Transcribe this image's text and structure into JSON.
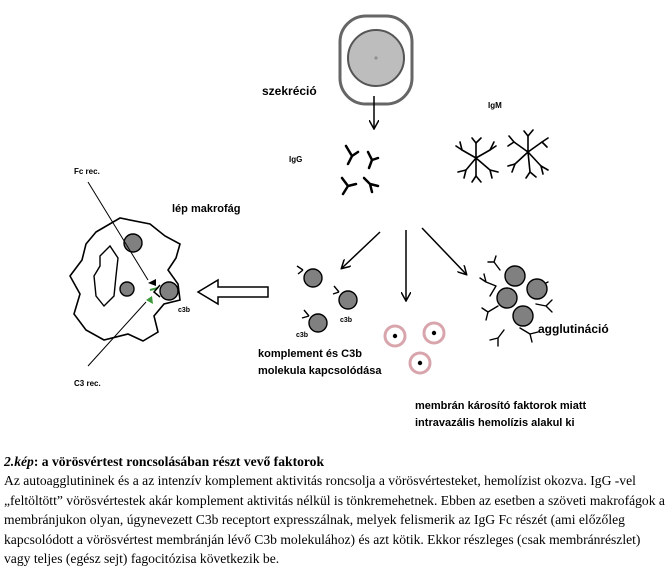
{
  "diagram": {
    "labels": {
      "secretion": "szekréció",
      "igm": "IgM",
      "igg": "IgG",
      "fc_receptor": "Fc rec.",
      "spleen_macrophage": "lép makrofág",
      "c3_receptor": "C3 rec.",
      "c3b_macrophage": "c3b",
      "c3b_left": "c3b",
      "c3b_right": "c3b",
      "complement_line1": "komplement és C3b",
      "complement_line2": "molekula kapcsolódása",
      "agglutination": "agglutináció",
      "hemolysis_line1": "membrán károsító faktorok miatt",
      "hemolysis_line2": "intravazális hemolízis alakul ki"
    },
    "colors": {
      "plasma_cell_body": "#bdbdbd",
      "plasma_cell_nucleus": "#8f8f8f",
      "rbc_grey": "#808080",
      "lysed_rbc_ring": "#d9a5ad",
      "c3_receptor_mark": "#3c9a3c"
    }
  },
  "caption": {
    "figure_number": "2.kép",
    "title_rest": ": a vörösvértest roncsolásában részt vevő faktorok",
    "body": "Az autoagglutininek és a az intenzív komplement aktivitás roncsolja a vörösvértesteket, hemolízist okozva. IgG -vel „feltöltött” vörösvértestek akár komplement aktivitás nélkül is tönkremehetnek. Ebben az esetben a szöveti makrofágok a membránjukon olyan, úgynevezett C3b receptort expresszálnak, melyek felismerik az IgG Fc részét (ami előzőleg kapcsolódott a vörösvértest membránján lévő C3b molekulához) és azt kötik. Ekkor részleges (csak membránrészlet) vagy teljes (egész sejt) fagocitózisa következik be."
  }
}
